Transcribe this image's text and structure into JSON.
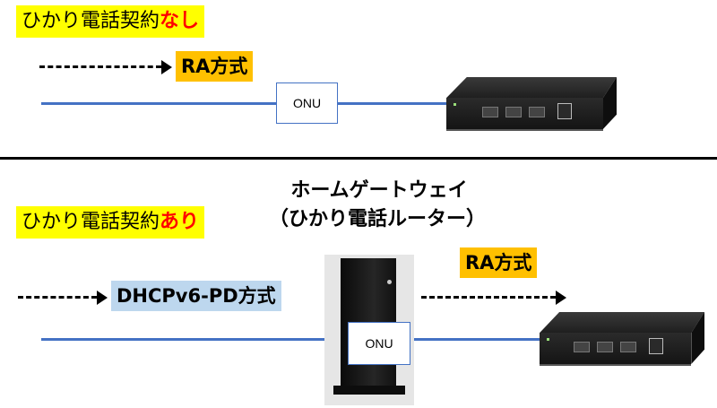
{
  "top_section": {
    "contract_prefix": "ひかり電話契約",
    "contract_status": "なし",
    "method": "RA方式",
    "onu_label": "ONU",
    "router_icon": "router-icon"
  },
  "bottom_section": {
    "gateway_title_line1": "ホームゲートウェイ",
    "gateway_title_line2": "（ひかり電話ルーター）",
    "contract_prefix": "ひかり電話契約",
    "contract_status": "あり",
    "method_left": "DHCPv6-PD方式",
    "method_right": "RA方式",
    "onu_label": "ONU",
    "gateway_icon": "home-gateway-icon",
    "router_icon": "router-icon"
  },
  "colors": {
    "highlight_yellow": "#ffff00",
    "emphasis_red": "#ff0000",
    "ra_orange": "#ffc000",
    "pd_blue": "#bdd7ee",
    "line_blue": "#4472c4"
  }
}
